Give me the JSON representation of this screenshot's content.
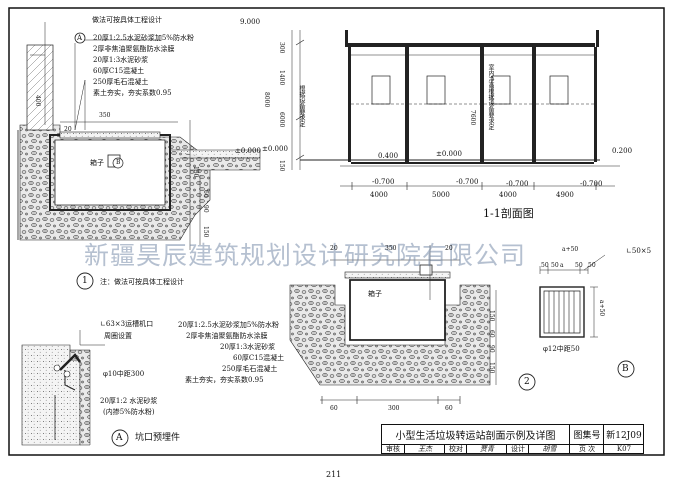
{
  "watermark": "新疆昊辰建筑规划设计研究院有限公司",
  "detail1": {
    "top_note": "做法可按具体工程设计",
    "marker": "A",
    "layers": [
      "20厚1:2.5水泥砂浆加5%防水粉",
      "2厚非焦油聚氨酯防水涂膜",
      "20厚1:3水泥砂浆",
      "60厚C15混凝土",
      "250厚毛石混凝土",
      "素土夯实，夯实系数0.95"
    ],
    "dims": [
      "350",
      "20",
      "400",
      "150",
      "60",
      "90",
      "150"
    ],
    "elev": "±0.000",
    "box_label": "箱子",
    "box_marker": "B",
    "label_number": "1",
    "label_note": "注：做法可按具体工程设计"
  },
  "section": {
    "elev_top": "9.000",
    "elev_left": "±0.000",
    "elev_mid": "±0.000",
    "elev_400": "0.400",
    "elev_200": "0.200",
    "elev_neg": [
      "-0.700",
      "-0.700",
      "-0.700",
      "-0.700"
    ],
    "vert_dims_left": [
      "8000",
      "6000",
      "1400",
      "300",
      "150"
    ],
    "vert_dim_mid": "7600",
    "room_label_left": "根据设备要求定",
    "room_label_mid": "室内净高根据设备要求定",
    "horiz_dims": [
      "4000",
      "5000",
      "4000",
      "4900"
    ],
    "title": "1-1剖面图"
  },
  "detail2": {
    "dims_top": [
      "20",
      "350",
      "20"
    ],
    "box_label": "箱子",
    "layers": [
      "20厚1:2.5水泥砂浆加5%防水粉",
      "2厚非焦油聚氨酯防水涂膜",
      "20厚1:3水泥砂浆",
      "60厚C15混凝土",
      "250厚毛石混凝土",
      "素土夯实，夯实系数0.95"
    ],
    "vert_dims": [
      "150",
      "60",
      "90",
      "150"
    ],
    "bottom_dims": [
      "60",
      "300",
      "60"
    ],
    "label_number": "2"
  },
  "detailA": {
    "note_top": [
      "∟63×3运槽机口",
      "周圈设置"
    ],
    "bar_label": "φ10中距300",
    "mortar_label": [
      "20厚1:2 水泥砂浆",
      "(内掺5%防水粉)"
    ],
    "label_marker": "A",
    "label_text": "坑口预埋件"
  },
  "detailB": {
    "dims_top": [
      "a+50",
      "50",
      "a",
      "50",
      "50",
      "50"
    ],
    "angle_label": "∟50×5",
    "side_dim": "a+50",
    "bar_label": "φ12中距50",
    "label_marker": "B"
  },
  "title_block": {
    "title": "小型生活垃圾转运站剖面示例及详图",
    "atlas_label": "图集号",
    "atlas_no": "新12J09",
    "review_label": "审核",
    "review_sign": "王杰",
    "check_label": "校对",
    "check_sign": "贾青",
    "design_label": "设计",
    "design_sign": "胡雪",
    "page_label": "页 次",
    "page_no": "K07"
  },
  "page_number": "211"
}
